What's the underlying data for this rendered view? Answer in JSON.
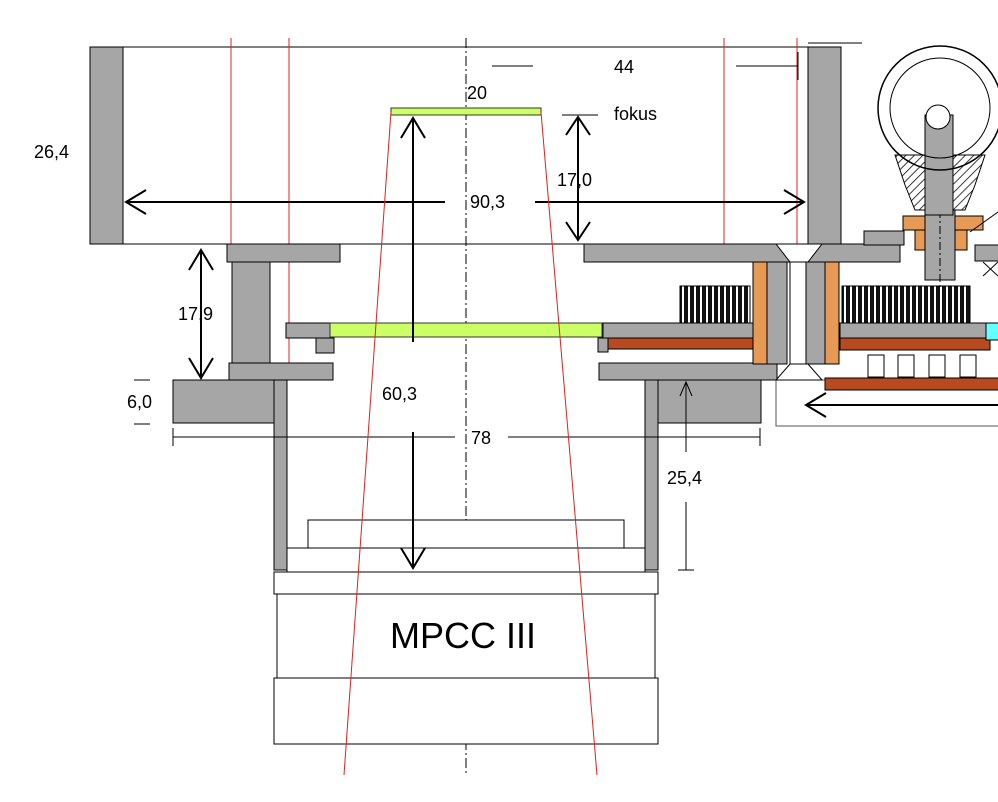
{
  "labels": {
    "dim_26_4": "26,4",
    "dim_44": "44",
    "dim_20": "20",
    "fokus": "fokus",
    "dim_17_0": "17,0",
    "dim_90_3": "90,3",
    "dim_17_9": "17,9",
    "dim_60_3": "60,3",
    "dim_6_0": "6,0",
    "dim_78": "78",
    "dim_25_4": "25,4",
    "camera": "MPCC III"
  },
  "colors": {
    "housing": "#a6a6a6",
    "filter": "#ccff66",
    "bearing": "#e69a55",
    "plate": "#b84a22",
    "ray": "#e02020",
    "sensor_edge": "#66ffff"
  }
}
